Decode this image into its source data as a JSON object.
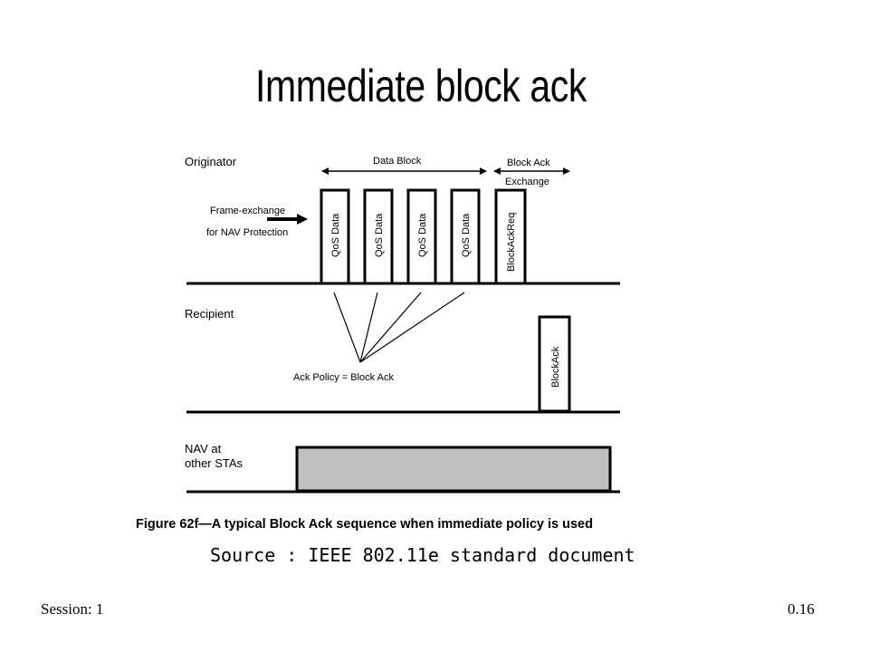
{
  "slide": {
    "title": "Immediate block ack",
    "source": "Source : IEEE 802.11e standard document",
    "footer_left": "Session: 1",
    "footer_right": "0.16"
  },
  "figure": {
    "rows": {
      "originator": "Originator",
      "recipient": "Recipient",
      "nav_line1": "NAV at",
      "nav_line2": "other STAs"
    },
    "frame_exchange_line1": "Frame-exchange",
    "frame_exchange_line2": "for NAV Protection",
    "data_block_label": "Data Block",
    "block_ack_exchange_line1": "Block Ack",
    "block_ack_exchange_line2": "Exchange",
    "frames": [
      "QoS Data",
      "QoS Data",
      "QoS Data",
      "QoS Data",
      "BlockAckReq"
    ],
    "block_ack_frame": "BlockAck",
    "ack_policy_label": "Ack Policy = Block Ack",
    "caption": "Figure 62f—A typical Block Ack sequence when immediate policy is used"
  }
}
